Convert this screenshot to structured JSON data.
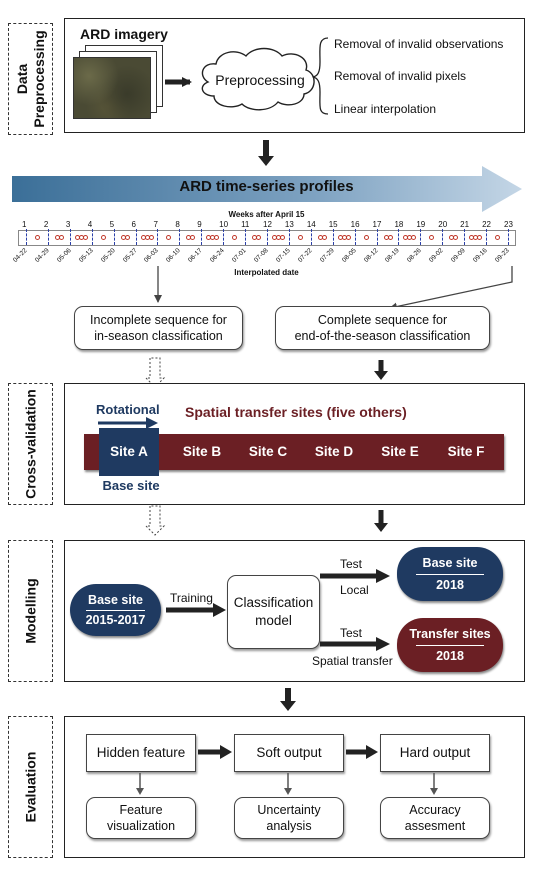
{
  "header": {
    "left": "",
    "right": ""
  },
  "stages": {
    "preprocessing": "Data\nPreprocessing",
    "cross_validation": "Cross-validation",
    "modelling": "Modelling",
    "evaluation": "Evaluation"
  },
  "preprocessing": {
    "ard_imagery": "ARD imagery",
    "cloud_label": "Preprocessing",
    "steps": [
      "Removal of invalid observations",
      "Removal of invalid pixels",
      "Linear interpolation"
    ]
  },
  "timeseries": {
    "banner": "ARD time-series profiles",
    "weeks_title": "Weeks after April 15",
    "week_numbers": [
      "1",
      "2",
      "3",
      "4",
      "5",
      "6",
      "7",
      "8",
      "9",
      "10",
      "11",
      "12",
      "13",
      "14",
      "15",
      "16",
      "17",
      "18",
      "19",
      "20",
      "21",
      "22",
      "23"
    ],
    "dates": [
      "04-22",
      "04-29",
      "05-06",
      "05-13",
      "05-20",
      "05-27",
      "06-03",
      "06-10",
      "06-17",
      "06-24",
      "07-01",
      "07-08",
      "07-15",
      "07-22",
      "07-29",
      "08-05",
      "08-12",
      "08-19",
      "08-26",
      "09-02",
      "09-09",
      "09-16",
      "09-23"
    ],
    "xlabel": "Interpolated date"
  },
  "sequences": {
    "incomplete": "Incomplete sequence for\nin-season classification",
    "complete": "Complete sequence for\nend-of-the-season classification"
  },
  "cross_validation": {
    "rotational": "Rotational",
    "spatial_title": "Spatial transfer sites (five others)",
    "sites": [
      "Site A",
      "Site B",
      "Site C",
      "Site D",
      "Site E",
      "Site F"
    ],
    "base_site": "Base site"
  },
  "modelling": {
    "base_site_label": "Base site",
    "base_years": "2015-2017",
    "training": "Training",
    "model": "Classification\nmodel",
    "test_label": "Test",
    "local": "Local",
    "spatial_transfer": "Spatial transfer",
    "out_base": "Base site",
    "out_base_year": "2018",
    "out_transfer": "Transfer sites",
    "out_transfer_year": "2018"
  },
  "evaluation": {
    "hidden": "Hidden feature",
    "soft": "Soft output",
    "hard": "Hard output",
    "feature_vis": "Feature\nvisualization",
    "uncertainty": "Uncertainty\nanalysis",
    "accuracy": "Accuracy\nassesment"
  },
  "colors": {
    "navy": "#1f3a61",
    "maroon": "#6b1f24",
    "banner": "#4f7fa6"
  }
}
